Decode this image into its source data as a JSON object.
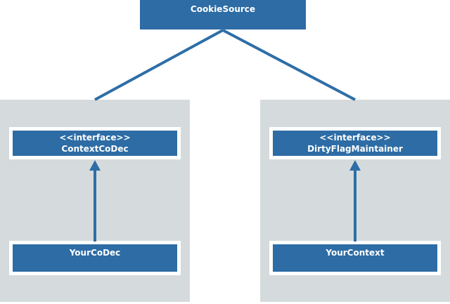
{
  "title_box": {
    "label": "CookieSource"
  },
  "left_panel": {
    "interface_box": {
      "stereotype": "<<interface>>",
      "name": "ContextCoDec"
    },
    "class_box": {
      "name": "YourCoDec"
    }
  },
  "right_panel": {
    "interface_box": {
      "stereotype": "<<interface>>",
      "name": "DirtyFlagMaintainer"
    },
    "class_box": {
      "name": "YourContext"
    }
  },
  "colors": {
    "box_fill": "#2d6ca5",
    "panel_fill": "#d5dbdd",
    "connector": "#2e6ea7",
    "box_text": "#ffffff",
    "box_border": "#ffffff",
    "page_background": "#ffffff"
  }
}
